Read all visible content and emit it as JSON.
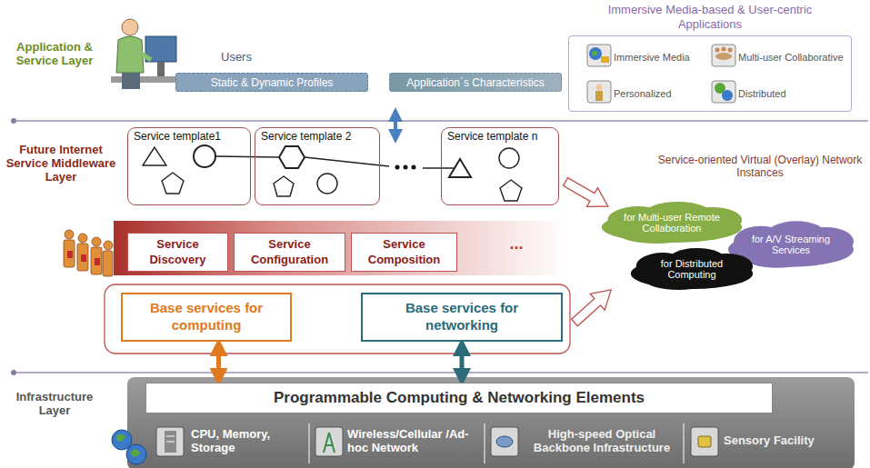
{
  "diagram": {
    "nodes": [
      {
        "text": [
          "Static & Dynamic Profiles"
        ]
      },
      {
        "text": [
          "Application´s Characteristics"
        ]
      },
      {
        "text": [
          "Immersive Media-based & User-centric Applications"
        ]
      },
      {
        "text": [
          "Immersive Media"
        ],
        "in": 2
      },
      {
        "text": [
          "Multi-user Collaborative"
        ],
        "in": 2
      },
      {
        "text": [
          "Personalized"
        ],
        "in": 2
      },
      {
        "text": [
          "Distributed"
        ],
        "in": 2
      },
      {
        "text": [
          "Service template1"
        ]
      },
      {
        "text": [
          "Service template 2"
        ]
      },
      {
        "text": [
          "Service template n"
        ]
      },
      {
        "text": [
          "for Multi-user Remote Collaboration"
        ]
      },
      {
        "text": [
          "for A/V Streaming Services"
        ]
      },
      {
        "text": [
          "for Distributed Computing"
        ]
      },
      {
        "text": [
          "Service Discovery"
        ]
      },
      {
        "text": [
          "Service Configuration"
        ]
      },
      {
        "text": [
          "Service Composition"
        ]
      },
      {
        "text": [
          "Base services for computing"
        ]
      },
      {
        "text": [
          "Base services for networking"
        ]
      },
      {
        "text": [
          "Programmable Computing & Networking Elements"
        ]
      }
    ],
    "edges": [
      {
        "from": 16,
        "to": 18,
        "arrow": "both"
      },
      {
        "from": 17,
        "to": 18,
        "arrow": "both"
      }
    ],
    "labels": [
      "Application & Service Layer",
      "Users",
      "Future Internet Service Middleware Layer",
      "Service-oriented Virtual (Overlay) Network Instances",
      "...",
      "Infrastructure Layer",
      "CPU, Memory, Storage",
      "Wireless/Cellular /Ad-hoc Network",
      "High-speed Optical Backbone Infrastructure",
      "Sensory Facility"
    ]
  }
}
